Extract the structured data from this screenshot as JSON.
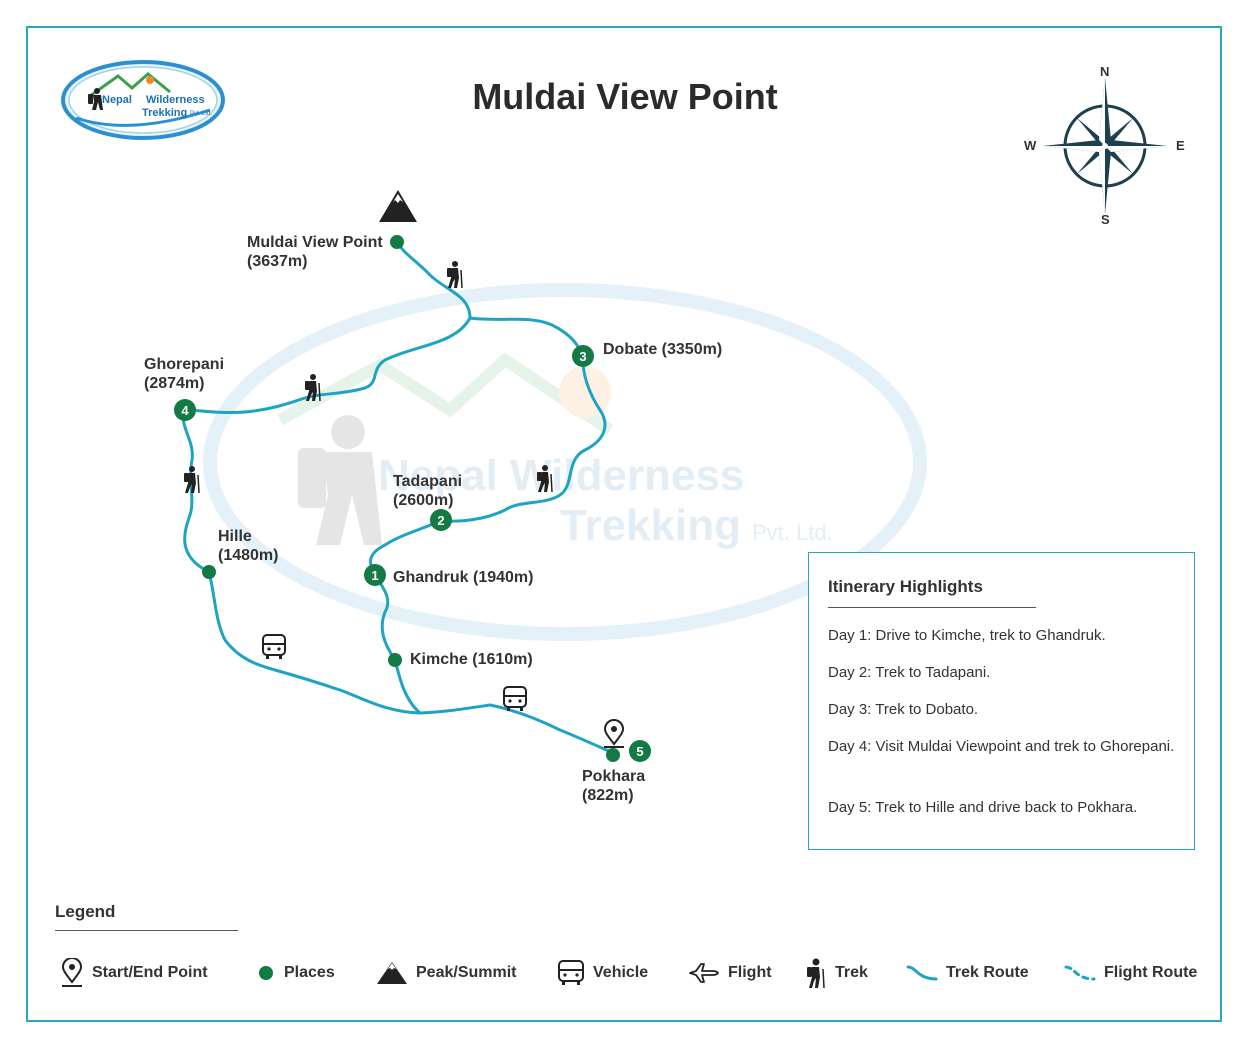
{
  "title": "Muldai View Point",
  "logo": {
    "line1_a": "Nepal",
    "line1_b": "Wilderness",
    "line2": "Trekking",
    "line3": "Pvt. Ltd."
  },
  "watermark": {
    "line1": "Nepal Wilderness",
    "line2": "Trekking",
    "line3": "Pvt. Ltd."
  },
  "compass": {
    "n": "N",
    "s": "S",
    "e": "E",
    "w": "W"
  },
  "places": {
    "muldai": "Muldai View Point",
    "muldai_alt": "(3637m)",
    "dobate": "Dobate (3350m)",
    "ghorepani": "Ghorepani",
    "ghorepani_alt": "(2874m)",
    "tadapani": "Tadapani",
    "tadapani_alt": "(2600m)",
    "ghandruk": "Ghandruk (1940m)",
    "hille": "Hille",
    "hille_alt": "(1480m)",
    "kimche": "Kimche (1610m)",
    "pokhara": "Pokhara",
    "pokhara_alt": "(822m)"
  },
  "stop_numbers": {
    "ghandruk": "1",
    "tadapani": "2",
    "dobate": "3",
    "ghorepani": "4",
    "pokhara": "5"
  },
  "itinerary": {
    "title": "Itinerary Highlights",
    "days": [
      "Day 1: Drive to Kimche, trek to Ghandruk.",
      "Day 2: Trek to Tadapani.",
      "Day 3: Trek to Dobato.",
      "Day 4: Visit Muldai Viewpoint and trek to Ghorepani.",
      "Day 5: Trek to Hille and drive back to Pokhara."
    ]
  },
  "legend": {
    "title": "Legend",
    "items": [
      {
        "icon": "map-pin-icon",
        "label": "Start/End Point"
      },
      {
        "icon": "place-dot-icon",
        "label": "Places"
      },
      {
        "icon": "peak-icon",
        "label": "Peak/Summit"
      },
      {
        "icon": "bus-icon",
        "label": "Vehicle"
      },
      {
        "icon": "airplane-icon",
        "label": "Flight"
      },
      {
        "icon": "hiker-icon",
        "label": "Trek"
      },
      {
        "icon": "trek-route-icon",
        "label": "Trek Route"
      },
      {
        "icon": "flight-route-icon",
        "label": "Flight Route"
      }
    ]
  },
  "colors": {
    "route": "#1fa3c4",
    "place": "#137a43",
    "frame": "#2aa7bd",
    "text": "#333333"
  }
}
